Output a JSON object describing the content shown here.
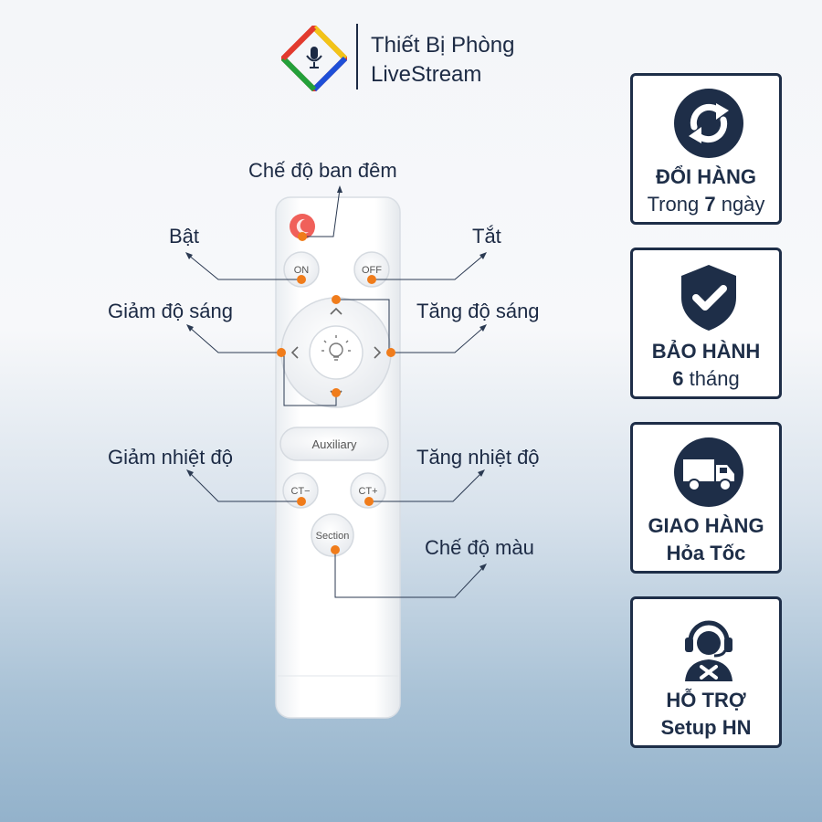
{
  "brand": {
    "line1": "Thiết Bị Phòng",
    "line2": "LiveStream"
  },
  "remote": {
    "buttons": {
      "on": "ON",
      "off": "OFF",
      "auxiliary": "Auxiliary",
      "ct_minus": "CT−",
      "ct_plus": "CT+",
      "section": "Section"
    }
  },
  "callouts": {
    "night_mode": "Chế độ ban đêm",
    "on": "Bật",
    "off": "Tắt",
    "dim": "Giảm độ sáng",
    "brighten": "Tăng độ sáng",
    "temp_down": "Giảm nhiệt độ",
    "temp_up": "Tăng nhiệt độ",
    "color_mode": "Chế độ màu"
  },
  "badges": [
    {
      "title": "ĐỔI HÀNG",
      "sub_prefix": "Trong ",
      "sub_bold": "7",
      "sub_suffix": " ngày",
      "icon": "exchange-icon"
    },
    {
      "title": "BẢO HÀNH",
      "sub_bold": "6",
      "sub_suffix": " tháng",
      "icon": "shield-check-icon"
    },
    {
      "title": "GIAO HÀNG",
      "sub": "Hỏa Tốc",
      "icon": "truck-icon"
    },
    {
      "title": "HỖ TRỢ",
      "sub": "Setup HN",
      "icon": "support-agent-icon"
    }
  ],
  "colors": {
    "navy": "#1e2e48",
    "callout_dot": "#f07c1b",
    "night_button": "#f0605a"
  }
}
